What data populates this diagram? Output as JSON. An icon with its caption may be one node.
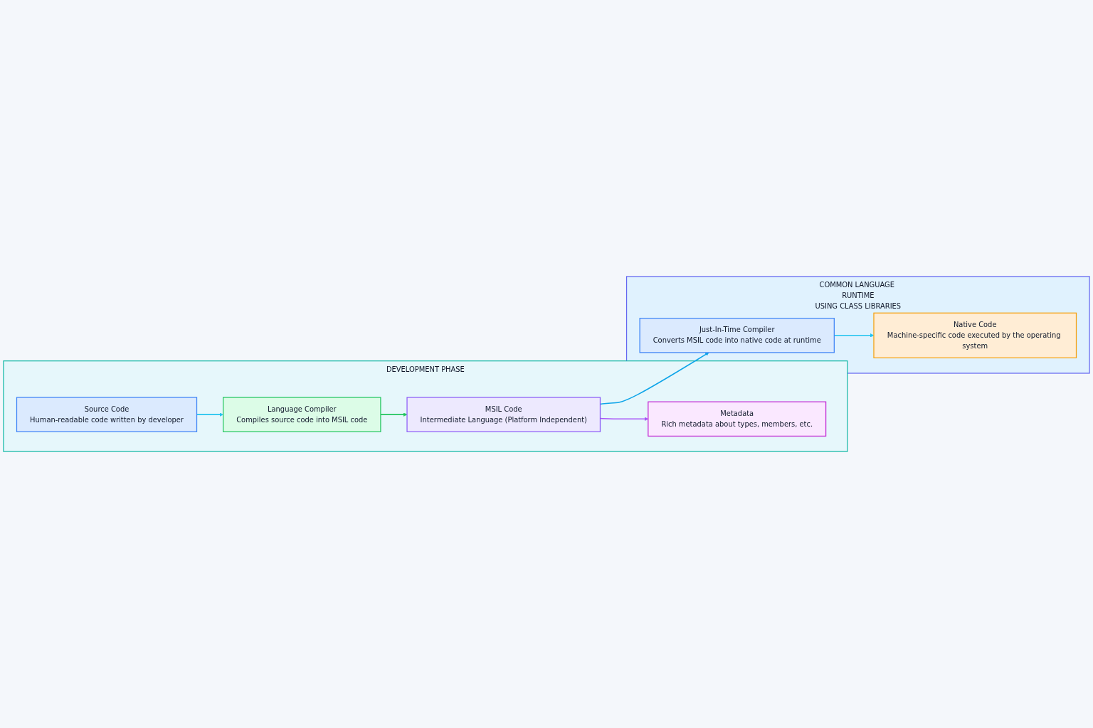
{
  "diagram": {
    "nodes": [
      {
        "text": [
          "DEVELOPMENT PHASE"
        ]
      },
      {
        "text": [
          "Source Code",
          "Human-readable code written by developer"
        ],
        "in": 0
      },
      {
        "text": [
          "Language Compiler",
          "Compiles source code into MSIL code"
        ],
        "in": 0
      },
      {
        "text": [
          "MSIL Code",
          "Intermediate Language (Platform Independent)"
        ],
        "in": 0
      },
      {
        "text": [
          "Metadata",
          "Rich metadata about types, members, etc."
        ],
        "in": 0
      },
      {
        "text": [
          "COMMON LANGUAGE RUNTIME",
          "USING CLASS LIBRARIES"
        ]
      },
      {
        "text": [
          "Just-In-Time Compiler",
          "Converts MSIL code into native code at runtime"
        ],
        "in": 5
      },
      {
        "text": [
          "Native Code",
          "Machine-specific code executed by the operating system"
        ],
        "in": 5
      }
    ],
    "edges": [
      {
        "from": 1,
        "to": 2,
        "arrow": "to",
        "color": "#22c3ee"
      },
      {
        "from": 2,
        "to": 3,
        "arrow": "to",
        "color": "#22c55e"
      },
      {
        "from": 3,
        "to": 4,
        "arrow": "to",
        "color": "#a855f7"
      },
      {
        "from": 3,
        "to": 6,
        "arrow": "to",
        "color": "#0ea5e9"
      },
      {
        "from": 6,
        "to": 7,
        "arrow": "to",
        "color": "#22c3ee"
      }
    ]
  }
}
